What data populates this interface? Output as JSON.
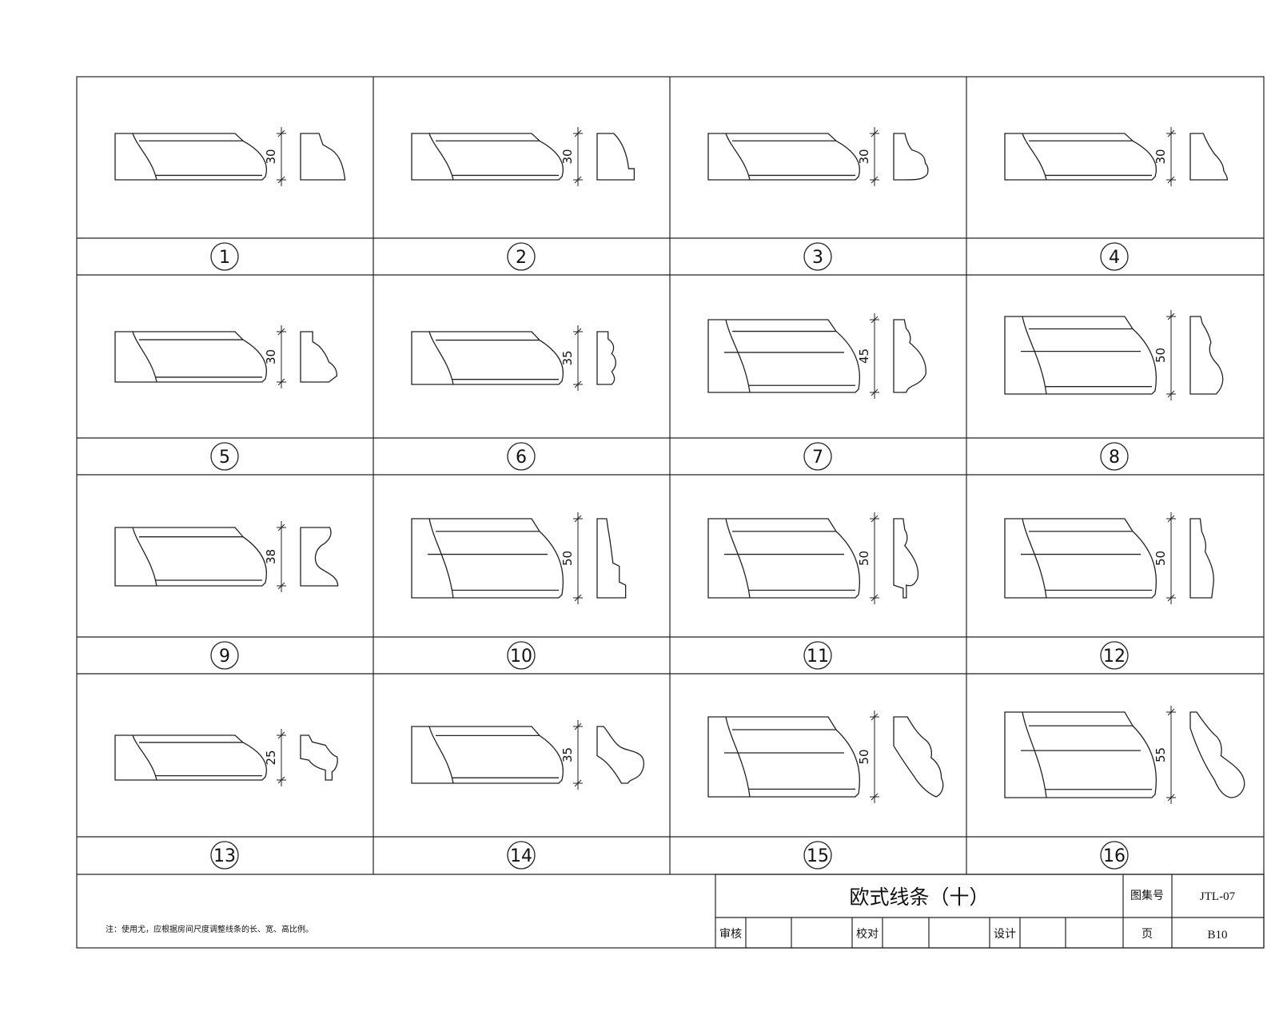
{
  "sheet": {
    "title": "欧式线条（十）",
    "note": "注：使用尤，应根据房间尺度调整线条的长、宽、高比例。",
    "atlas_label": "图集号",
    "atlas_no": "JTL-07",
    "page_label": "页",
    "page_no": "B10",
    "review_label": "审核",
    "check_label": "校对",
    "design_label": "设计"
  },
  "profiles": [
    {
      "number": "1",
      "dimension": "30"
    },
    {
      "number": "2",
      "dimension": "30"
    },
    {
      "number": "3",
      "dimension": "30"
    },
    {
      "number": "4",
      "dimension": "30"
    },
    {
      "number": "5",
      "dimension": "30"
    },
    {
      "number": "6",
      "dimension": "35"
    },
    {
      "number": "7",
      "dimension": "45"
    },
    {
      "number": "8",
      "dimension": "50"
    },
    {
      "number": "9",
      "dimension": "38"
    },
    {
      "number": "10",
      "dimension": "50"
    },
    {
      "number": "11",
      "dimension": "50"
    },
    {
      "number": "12",
      "dimension": "50"
    },
    {
      "number": "13",
      "dimension": "25"
    },
    {
      "number": "14",
      "dimension": "35"
    },
    {
      "number": "15",
      "dimension": "50"
    },
    {
      "number": "16",
      "dimension": "55"
    }
  ]
}
